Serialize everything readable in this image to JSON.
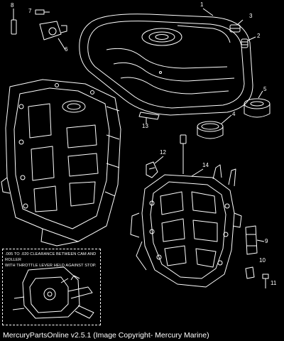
{
  "callouts": {
    "c1": "1",
    "c2": "2",
    "c3": "3",
    "c4": "4",
    "c5": "5",
    "c6": "6",
    "c7": "7",
    "c8": "8",
    "c9": "9",
    "c10": "10",
    "c11": "11",
    "c12": "12",
    "c13": "13",
    "c14": "14"
  },
  "inset": {
    "line1": ".005 TO .020 CLEARANCE BETWEEN CAM AND ROLLER",
    "line2": "WITH THROTTLE LEVER HELD AGAINST STOP."
  },
  "footer": "MercuryPartsOnline v2.5.1 (Image Copyright- Mercury Marine)",
  "colors": {
    "background": "#000000",
    "linework": "#ffffff"
  }
}
